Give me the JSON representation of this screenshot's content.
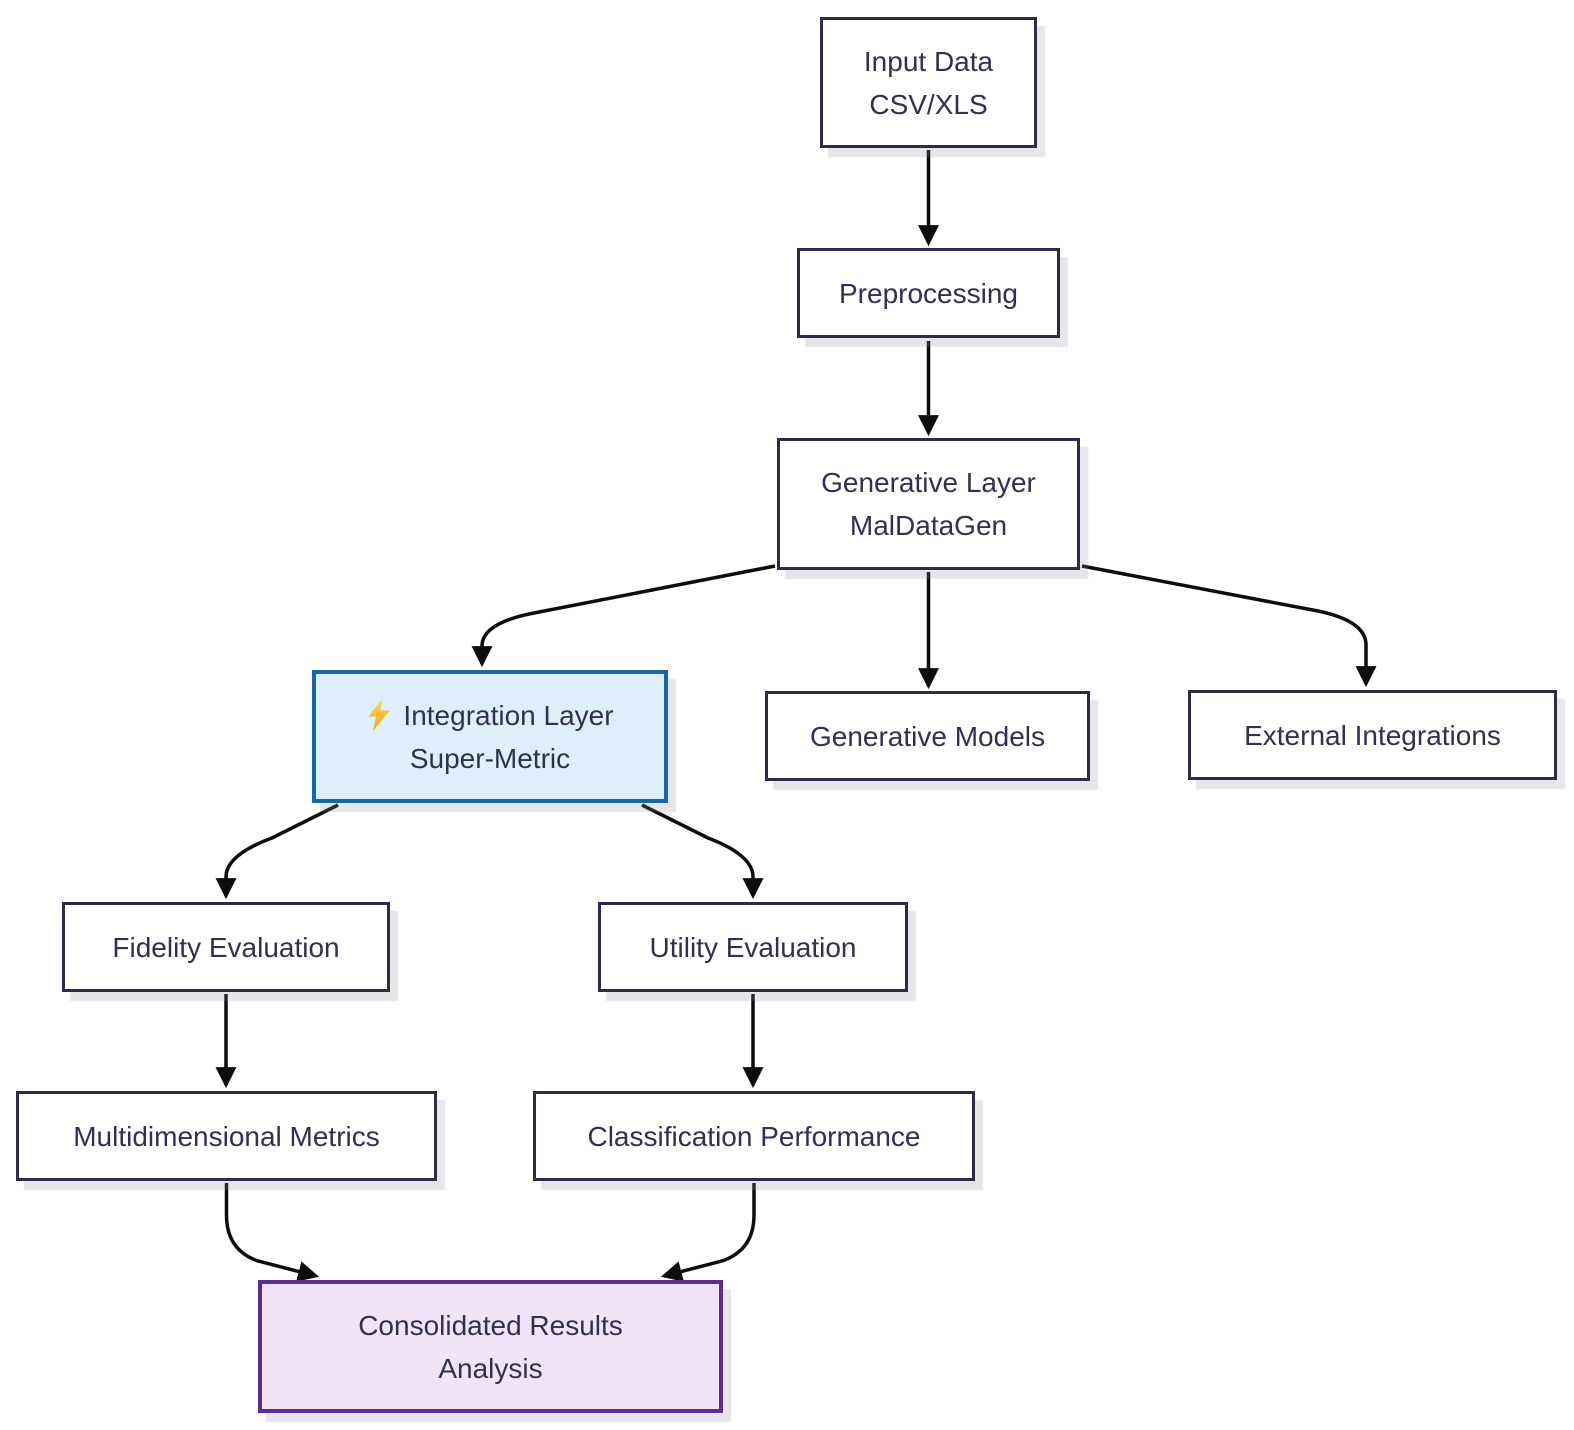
{
  "diagram": {
    "type": "flowchart",
    "nodes": {
      "input": {
        "line1": "Input Data",
        "line2": "CSV/XLS"
      },
      "preprocessing": {
        "line1": "Preprocessing"
      },
      "generative_layer": {
        "line1": "Generative Layer",
        "line2": "MalDataGen"
      },
      "integration_layer": {
        "icon": "lightning-icon",
        "line1": "Integration Layer",
        "line2": "Super-Metric"
      },
      "generative_models": {
        "line1": "Generative Models"
      },
      "external_integrations": {
        "line1": "External Integrations"
      },
      "fidelity_evaluation": {
        "line1": "Fidelity Evaluation"
      },
      "utility_evaluation": {
        "line1": "Utility Evaluation"
      },
      "multidimensional_metrics": {
        "line1": "Multidimensional Metrics"
      },
      "classification_performance": {
        "line1": "Classification Performance"
      },
      "consolidated_results": {
        "line1": "Consolidated Results",
        "line2": "Analysis"
      }
    },
    "edges": [
      {
        "from": "input",
        "to": "preprocessing"
      },
      {
        "from": "preprocessing",
        "to": "generative_layer"
      },
      {
        "from": "generative_layer",
        "to": "integration_layer"
      },
      {
        "from": "generative_layer",
        "to": "generative_models"
      },
      {
        "from": "generative_layer",
        "to": "external_integrations"
      },
      {
        "from": "integration_layer",
        "to": "fidelity_evaluation"
      },
      {
        "from": "integration_layer",
        "to": "utility_evaluation"
      },
      {
        "from": "fidelity_evaluation",
        "to": "multidimensional_metrics"
      },
      {
        "from": "utility_evaluation",
        "to": "classification_performance"
      },
      {
        "from": "multidimensional_metrics",
        "to": "consolidated_results"
      },
      {
        "from": "classification_performance",
        "to": "consolidated_results"
      }
    ],
    "colors": {
      "node_fill": "#ffffff",
      "node_border": "#2c2c4a",
      "text": "#303052",
      "highlight_blue_fill": "#ddeffb",
      "highlight_blue_border": "#1a65aa",
      "highlight_purple_fill": "#f2e4f7",
      "highlight_purple_border": "#5b2d91",
      "edge": "#0d0d0d",
      "bolt_yellow": "#ffd951",
      "bolt_orange": "#f6a623"
    }
  }
}
